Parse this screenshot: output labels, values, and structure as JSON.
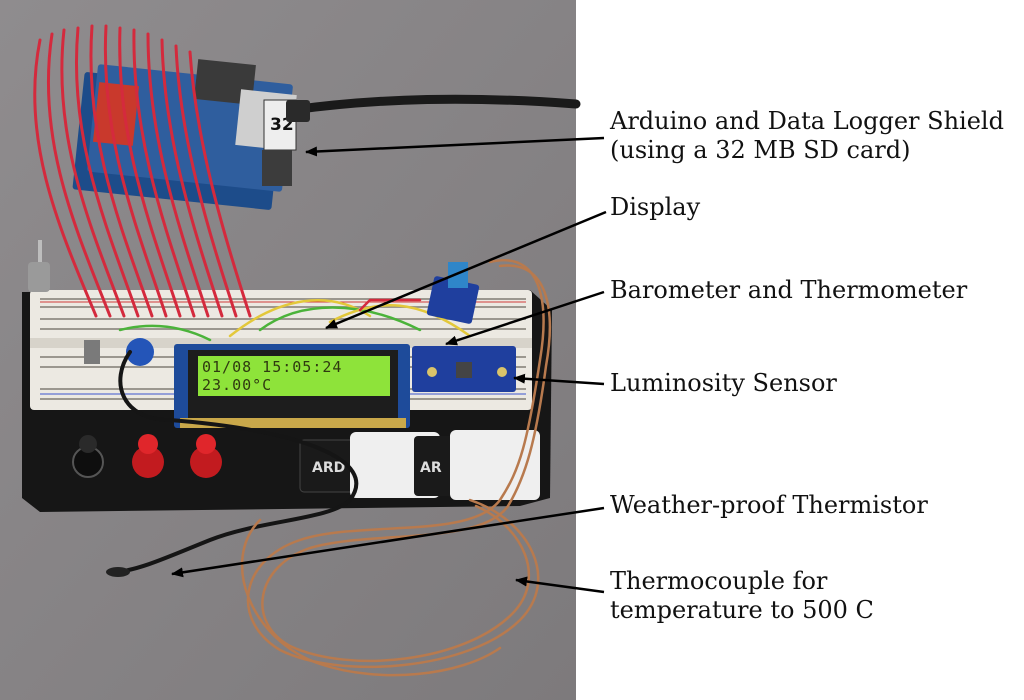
{
  "photo": {
    "lcd_line1": "01/08 15:05:24",
    "lcd_line2": "23.00°C",
    "sd_card_label": "32",
    "holder_label_left": "ARD",
    "holder_label_right": "AR"
  },
  "labels": [
    {
      "id": "arduino",
      "lines": [
        "Arduino and Data Logger Shield",
        "(using a 32 MB SD card)"
      ]
    },
    {
      "id": "display",
      "lines": [
        "Display"
      ]
    },
    {
      "id": "barometer",
      "lines": [
        "Barometer and Thermometer"
      ]
    },
    {
      "id": "luminosity",
      "lines": [
        "Luminosity Sensor"
      ]
    },
    {
      "id": "thermistor",
      "lines": [
        "Weather-proof Thermistor"
      ]
    },
    {
      "id": "thermocouple",
      "lines": [
        "Thermocouple for",
        "temperature to 500 C"
      ]
    }
  ],
  "colors": {
    "backdrop": "#8d8a8c",
    "breadboard": "#ece9e2",
    "base_plate": "#151515",
    "lcd_green": "#8ee33a",
    "wire_red": "#d42a3d",
    "sensor_blue": "#1f3f9e",
    "thermocouple": "#b87a4e",
    "arrow": "#000000"
  }
}
